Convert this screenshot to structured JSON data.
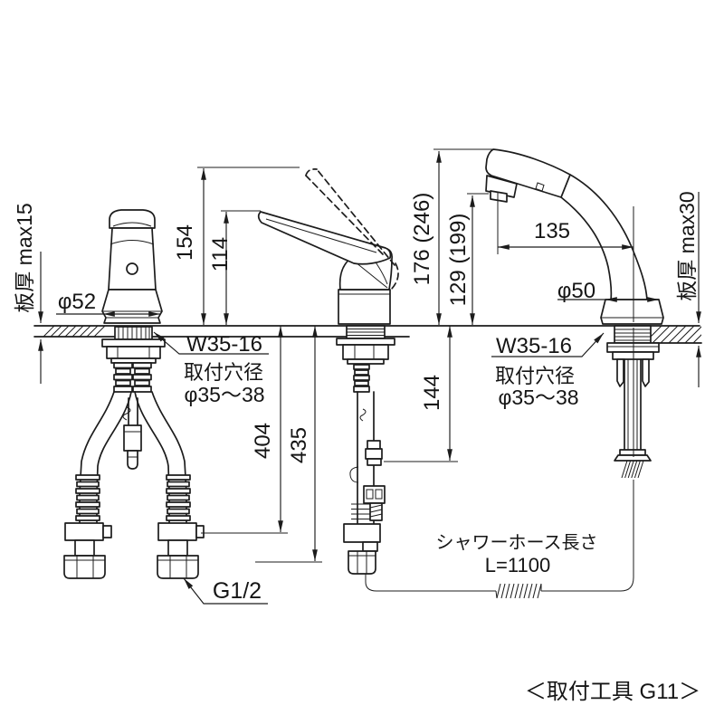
{
  "drawing": {
    "background": "#ffffff",
    "line_color": "#1c1c1c",
    "tool_note": "＜取付工具 G11＞",
    "left_view": {
      "plate_thickness": "板厚 max15",
      "body_diameter": "φ52",
      "mount_thread": "W35-16",
      "hole_label": "取付穴径",
      "hole_diameter": "φ35〜38",
      "hose_length_short": "404",
      "hose_length_long": "435",
      "connector_thread": "G1/2"
    },
    "center_view": {
      "handle_up_height": "154",
      "handle_height": "114",
      "hose_drop": "144"
    },
    "right_view": {
      "total_height": "176 (246)",
      "spout_outlet_height": "129 (199)",
      "spout_reach": "135",
      "base_diameter": "φ50",
      "mount_thread": "W35-16",
      "hole_label": "取付穴径",
      "hole_diameter": "φ35〜38",
      "plate_thickness": "板厚 max30",
      "shower_hose_label": "シャワーホース長さ",
      "shower_hose_length": "L=1100"
    }
  }
}
